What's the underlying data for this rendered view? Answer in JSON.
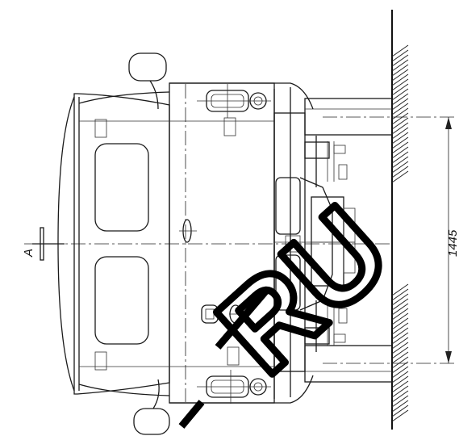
{
  "drawing": {
    "view_label": "A",
    "dimension_value": "1445",
    "watermark_text": "RU"
  },
  "colors": {
    "line": "#1a1a1a",
    "background": "#ffffff",
    "watermark": "#000000"
  }
}
